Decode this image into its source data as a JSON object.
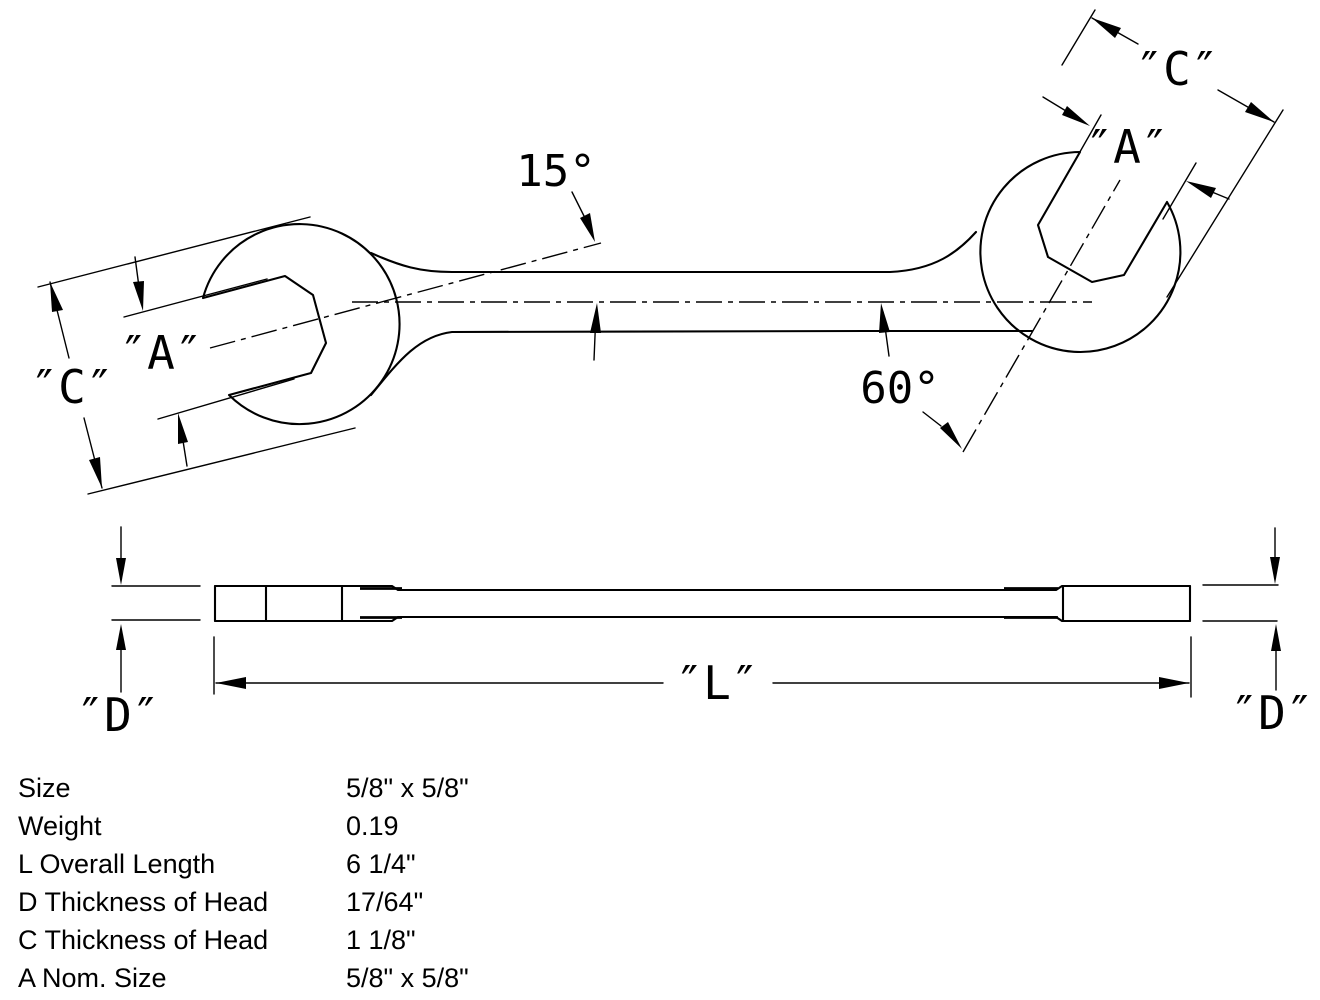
{
  "diagram": {
    "labels": {
      "left_c": "″C″",
      "left_a": "″A″",
      "right_c": "″C″",
      "right_a": "″A″",
      "angle_left": "15°",
      "angle_right": "60°",
      "overall_length": "″L″",
      "thickness_left": "″D″",
      "thickness_right": "″D″"
    },
    "line_color": "#000000",
    "background_color": "#ffffff"
  },
  "spec_table": {
    "rows": [
      {
        "label": "Size",
        "value": "5/8\" x 5/8\""
      },
      {
        "label": "Weight",
        "value": "0.19"
      },
      {
        "label": "L Overall Length",
        "value": "6 1/4\""
      },
      {
        "label": "D Thickness of Head",
        "value": "17/64\""
      },
      {
        "label": "C Thickness of Head",
        "value": "1 1/8\""
      },
      {
        "label": "A Nom. Size",
        "value": "5/8\" x 5/8\""
      }
    ]
  }
}
